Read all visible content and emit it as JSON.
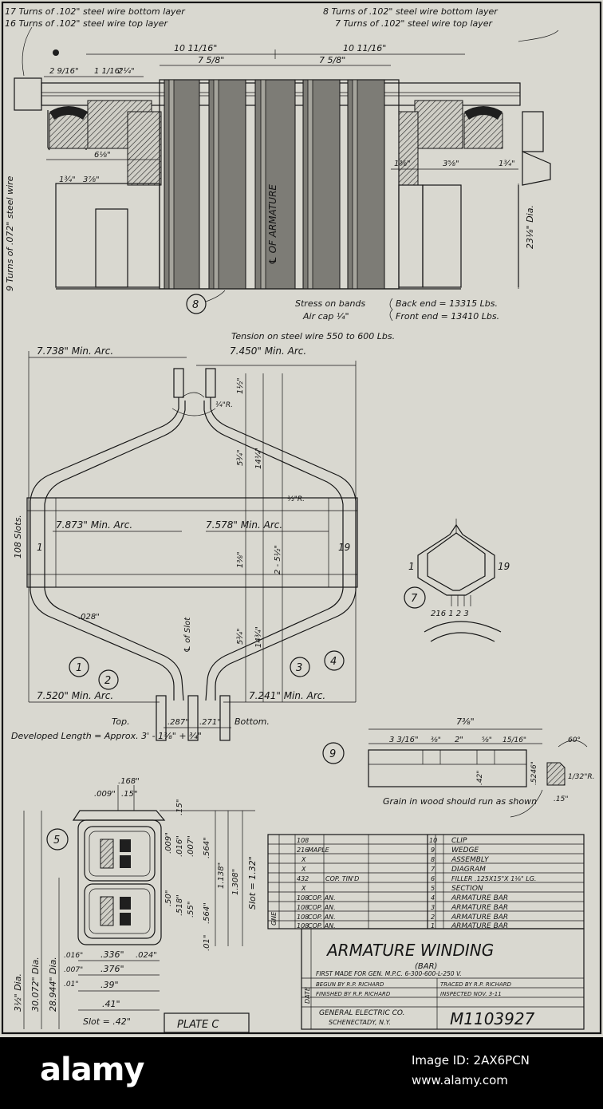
{
  "top_view": {
    "labels": {
      "bottom_layer_left": "17 Turns of .102\" steel wire bottom layer",
      "top_layer_left": "16 Turns of .102\" steel wire top layer",
      "bottom_layer_right": "8 Turns of .102\" steel wire bottom layer",
      "top_layer_right": "7 Turns of .102\" steel wire top layer",
      "vertical_wire": "9 Turns of .072\" steel wire",
      "armature_center": "℄ OF ARMATURE",
      "diameter": "23⅛\" Dia.",
      "stress": "Stress on bands",
      "back_end": "Back end = 13315 Lbs.",
      "front_end": "Front end = 13410 Lbs.",
      "air_cap": "Air cap ¼\"",
      "tension": "Tension on steel wire 550 to 600 Lbs.",
      "callout": "8"
    },
    "dims": [
      "10 11/16\"",
      "10 11/16\"",
      "7 5/8\"",
      "7 5/8\"",
      "2 9/16\"",
      "1 1/16\"",
      "2¼\"",
      "6⅛\"",
      "1¾\"",
      "3⅞\"",
      "1⅜\"",
      "3⅝\"",
      "1¾\""
    ]
  },
  "coil_view": {
    "dims": {
      "top_left_arc": "7.738\" Min. Arc.",
      "top_right_arc": "7.450\" Min. Arc.",
      "mid_left_arc": "7.873\" Min. Arc.",
      "mid_right_arc": "7.578\" Min. Arc.",
      "bot_left_arc": "7.520\" Min. Arc.",
      "bot_right_arc": "7.241\" Min. Arc.",
      "slots": "108 Slots.",
      "thickness": ".028\"",
      "radius_top": "¼\"R.",
      "radius_side": "½\"R.",
      "top_a": "1½\"",
      "top_b": "5¾\"",
      "top_c": "14¼\"",
      "mid_a": "1⅜\"",
      "mid_b": "2 - 5½\"",
      "bot_b": "5¾\"",
      "bot_c": "14¾\"",
      "slot_center": "℄ of Slot",
      "bottom_287": ".287\"",
      "bottom_271": ".271\"",
      "top_word": "Top.",
      "bottom_word": "Bottom.",
      "developed": "Developed Length = Approx. 3' - 1⅜\" + ¾\"",
      "slot_num_left": "1",
      "slot_num_right": "19"
    },
    "callouts": [
      "1",
      "2",
      "3",
      "4"
    ]
  },
  "diagram7": {
    "callout": "7",
    "label_1": "1",
    "label_19": "19",
    "label_bottom": "216 1 2 3"
  },
  "wedge9": {
    "callout": "9",
    "dims": [
      "7⅜\"",
      "3 3/16\"",
      "⅜\"",
      "2\"",
      "⅝\"",
      "15/16\"",
      ".5246\"",
      ".42\"",
      "1/32\"R.",
      ".15\"",
      "60°"
    ],
    "grain": "Grain in wood should run as shown"
  },
  "section5": {
    "callout": "5",
    "dims_top": [
      ".168\"",
      ".009\"",
      ".15\"",
      ".15\""
    ],
    "dims_right": [
      ".009\"",
      ".016\"",
      ".007\"",
      ".564\"",
      ".564\"",
      ".55\"",
      ".518\"",
      ".50\"",
      "1.138\"",
      "1.308\"",
      "Slot = 1.32\"",
      ".01\""
    ],
    "dims_left": [
      "3½\" Dia.",
      "30.072\" Dia.",
      "28.944\" Dia."
    ],
    "dims_bottom": [
      ".016\"",
      ".007\"",
      ".01\"",
      ".336\"",
      ".024\"",
      ".376\"",
      ".39\"",
      ".41\"",
      "Slot = .42\""
    ]
  },
  "plate": "PLATE C",
  "bom": {
    "left_rows": [
      [
        "108",
        "",
        ""
      ],
      [
        "216",
        "MAPLE",
        ""
      ],
      [
        "X",
        "",
        ""
      ],
      [
        "X",
        "",
        ""
      ],
      [
        "432",
        "COP. TIN'D",
        ""
      ],
      [
        "X",
        "",
        ""
      ],
      [
        "108",
        "COP. AN.",
        ""
      ],
      [
        "108",
        "COP. AN.",
        ""
      ],
      [
        "108",
        "COP. AN.",
        ""
      ],
      [
        "108",
        "COP. AN.",
        ""
      ]
    ],
    "right_rows": [
      [
        "10",
        "CLIP"
      ],
      [
        "9",
        "WEDGE"
      ],
      [
        "8",
        "ASSEMBLY"
      ],
      [
        "7",
        "DIAGRAM"
      ],
      [
        "6",
        "FILLER .125X15\"X 1⅛\" LG."
      ],
      [
        "5",
        "SECTION"
      ],
      [
        "4",
        "ARMATURE BAR"
      ],
      [
        "3",
        "ARMATURE BAR"
      ],
      [
        "2",
        "ARMATURE BAR"
      ],
      [
        "1",
        "ARMATURE BAR"
      ]
    ]
  },
  "title_block": {
    "title": "ARMATURE WINDING",
    "subtitle": "(BAR)",
    "first_made": "FIRST MADE FOR GEN. M.P.C. 6-300-600-L-250 V.",
    "begun_by": "BEGUN BY R.P. RICHARD",
    "traced_by": "TRACED BY R.P. RICHARD",
    "finished_by": "FINISHED BY R.P. RICHARD",
    "inspected": "INSPECTED NOV. 3-11",
    "company": "GENERAL ELECTRIC CO.",
    "city": "SCHENECTADY, N.Y.",
    "number": "M1103927",
    "side_label": "DATE",
    "gne": "GNE"
  },
  "footer": {
    "logo": "alamy",
    "image_id": "Image ID: 2AX6PCN",
    "url": "www.alamy.com"
  },
  "colors": {
    "paper": "#d9d8d0",
    "ink": "#151515",
    "footer": "#000000"
  }
}
